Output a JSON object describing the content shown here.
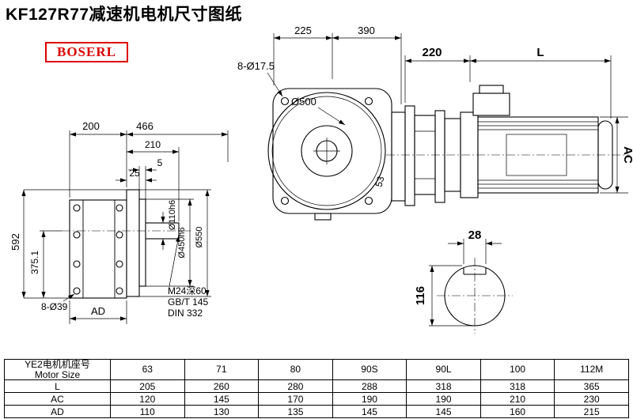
{
  "title": "KF127R77减速机电机尺寸图纸",
  "brand": "BOSERL",
  "dims": {
    "front_bolt_holes": "8-Ø17.5",
    "front_flange_dia": "Ø500",
    "front_width_a": "225",
    "front_width_b": "390",
    "front_misc": "53",
    "motor_adapter_len": "220",
    "motor_len": "L",
    "motor_ac": "AC",
    "side_len_a": "200",
    "side_len_b": "466",
    "side_len_c": "210",
    "side_len_d": "5",
    "side_len_e": "25",
    "side_height": "592",
    "side_height_b": "375.1",
    "side_bolt_holes": "8-Ø39",
    "side_ad": "AD",
    "shaft_dia": "Ø110h6",
    "spigot_dia": "Ø450h6",
    "flange_od": "Ø550",
    "note_tap": "M24深60",
    "note_gb": "GB/T 145",
    "note_din": "DIN 332",
    "key_width": "28",
    "section_dia": "116"
  },
  "table": {
    "header": {
      "label_cn": "YE2电机机座号",
      "label_en": "Motor Size",
      "sizes": [
        "63",
        "71",
        "80",
        "90S",
        "90L",
        "100",
        "112M"
      ]
    },
    "rows": [
      {
        "label": "L",
        "values": [
          "205",
          "260",
          "280",
          "288",
          "318",
          "318",
          "365"
        ]
      },
      {
        "label": "AC",
        "values": [
          "120",
          "145",
          "170",
          "190",
          "190",
          "210",
          "230"
        ]
      },
      {
        "label": "AD",
        "values": [
          "110",
          "130",
          "135",
          "145",
          "145",
          "160",
          "215"
        ]
      }
    ]
  }
}
